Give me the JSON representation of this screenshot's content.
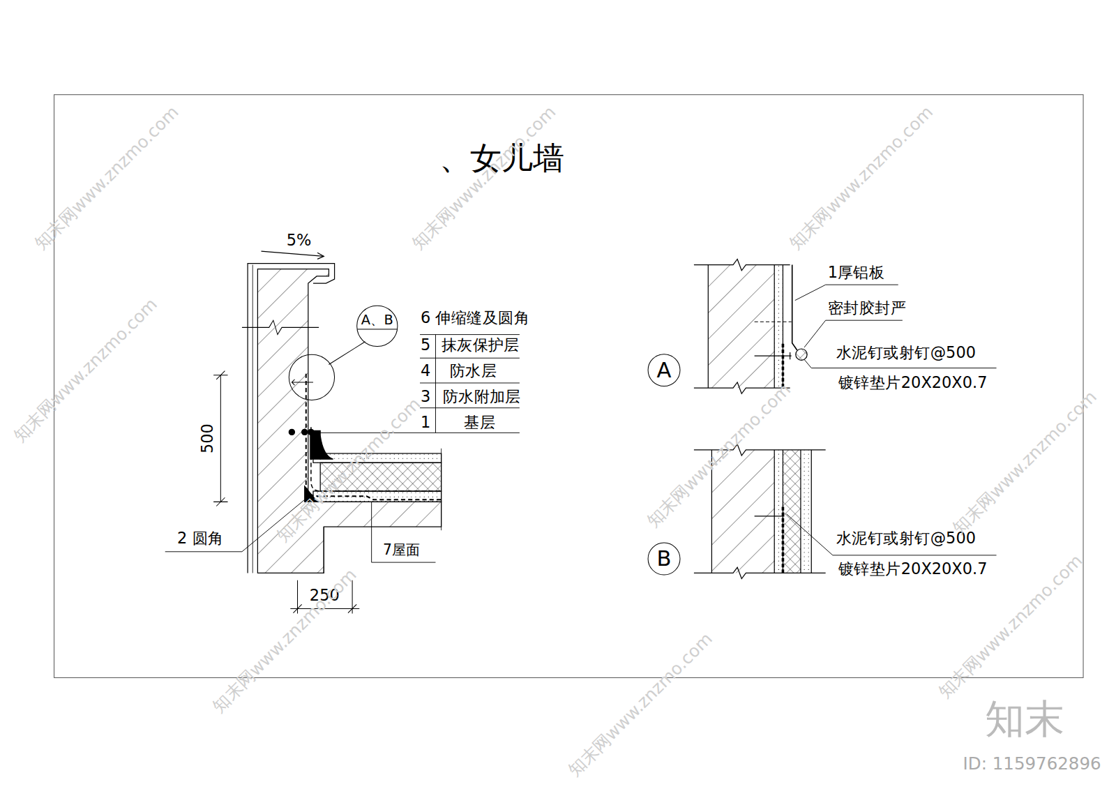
{
  "diagram": {
    "title": "、女儿墙",
    "nodes": [
      {
        "text": [
          "A、B"
        ]
      },
      {
        "text": [
          "A"
        ]
      },
      {
        "text": [
          "B"
        ]
      }
    ],
    "labels": [
      "5%",
      "6",
      "伸缩缝及圆角",
      "5",
      "抹灰保护层",
      "4",
      "防水层",
      "3",
      "防水附加层",
      "1",
      "基层",
      "500",
      "2",
      "圆角",
      "7屋面",
      "250",
      "1厚铝板",
      "密封胶封严",
      "水泥钉或射钉@500",
      "镀锌垫片20X20X0.7",
      "水泥钉或射钉@500",
      "镀锌垫片20X20X0.7",
      "知末网www.znzmo.com",
      "知末网www.znzmo.com",
      "知末网www.znzmo.com",
      "知末网www.znzmo.com",
      "知末网www.znzmo.com",
      "知末网www.znzmo.com",
      "知末网www.znzmo.com",
      "知末网www.znzmo.com",
      "知末网www.znzmo.com",
      "知末网www.znzmo.com",
      "知末",
      "ID: 1159762896"
    ]
  }
}
